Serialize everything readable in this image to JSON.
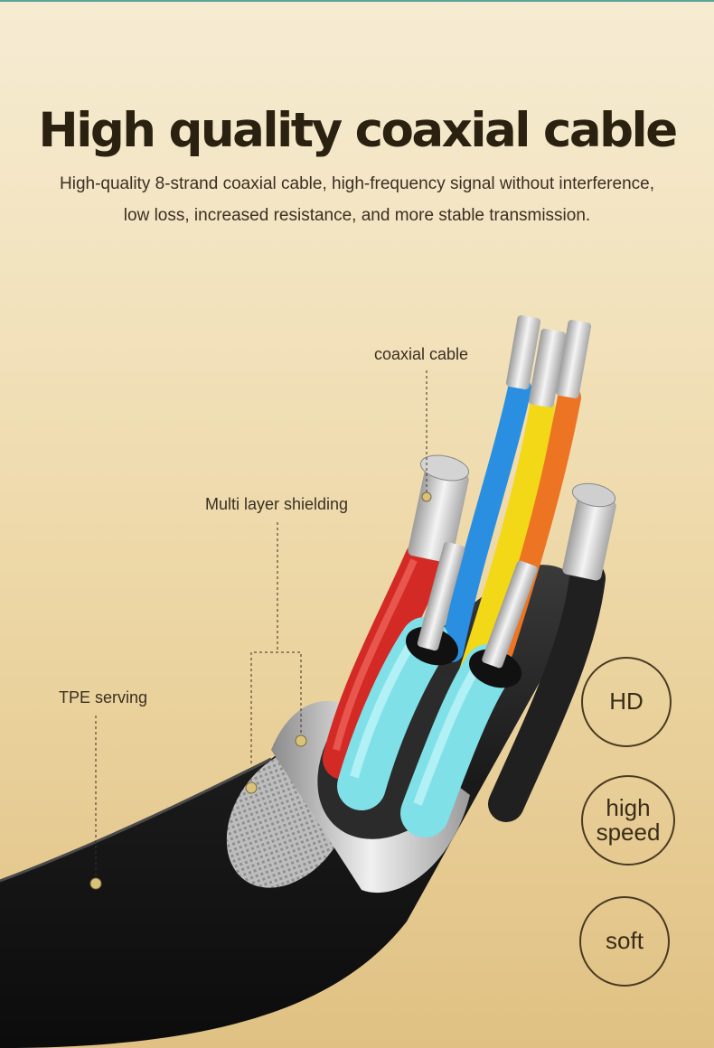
{
  "header": {
    "title": "High quality coaxial cable",
    "subtitle_line1": "High-quality 8-strand coaxial cable, high-frequency signal without interference,",
    "subtitle_line2": "low loss, increased resistance, and more stable transmission."
  },
  "callouts": [
    {
      "label": "coaxial cable"
    },
    {
      "label": "Multi layer shielding"
    },
    {
      "label": "TPE serving"
    }
  ],
  "badges": [
    {
      "label": "HD"
    },
    {
      "label": "high speed"
    },
    {
      "label": "soft"
    }
  ],
  "colors": {
    "background": "#f2e2bc",
    "title": "#2b2110",
    "wire_red": "#d32a25",
    "wire_blue": "#2a8fe0",
    "wire_yellow": "#f2d817",
    "wire_orange": "#ec7423",
    "wire_cyan": "#7fe0e8",
    "jacket": "#1c1c1c"
  }
}
